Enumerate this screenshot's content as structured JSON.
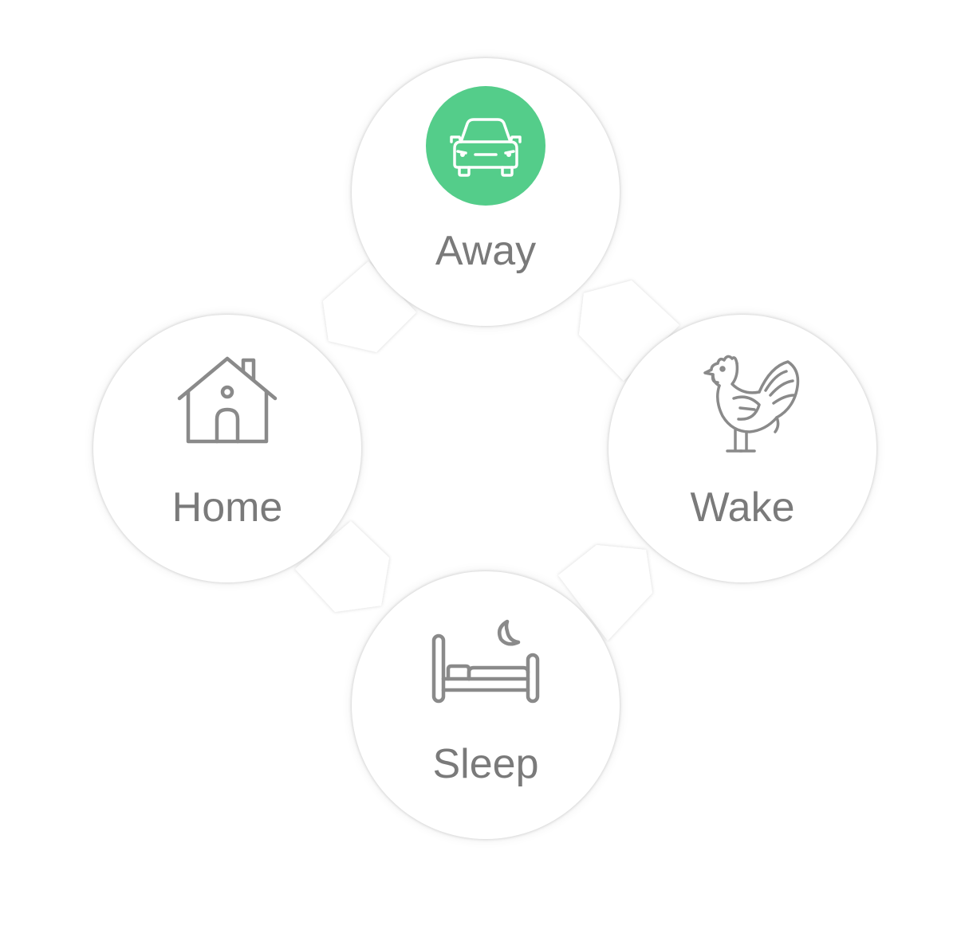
{
  "modes": [
    {
      "key": "away",
      "label": "Away",
      "icon": "car-icon",
      "active": true
    },
    {
      "key": "home",
      "label": "Home",
      "icon": "house-icon",
      "active": false
    },
    {
      "key": "wake",
      "label": "Wake",
      "icon": "rooster-icon",
      "active": false
    },
    {
      "key": "sleep",
      "label": "Sleep",
      "icon": "bed-moon-icon",
      "active": false
    }
  ],
  "colors": {
    "active_accent": "#54cd8a",
    "icon_stroke": "#8a8a8a",
    "label_text": "#7a7a7a",
    "circle_background": "#ffffff"
  }
}
